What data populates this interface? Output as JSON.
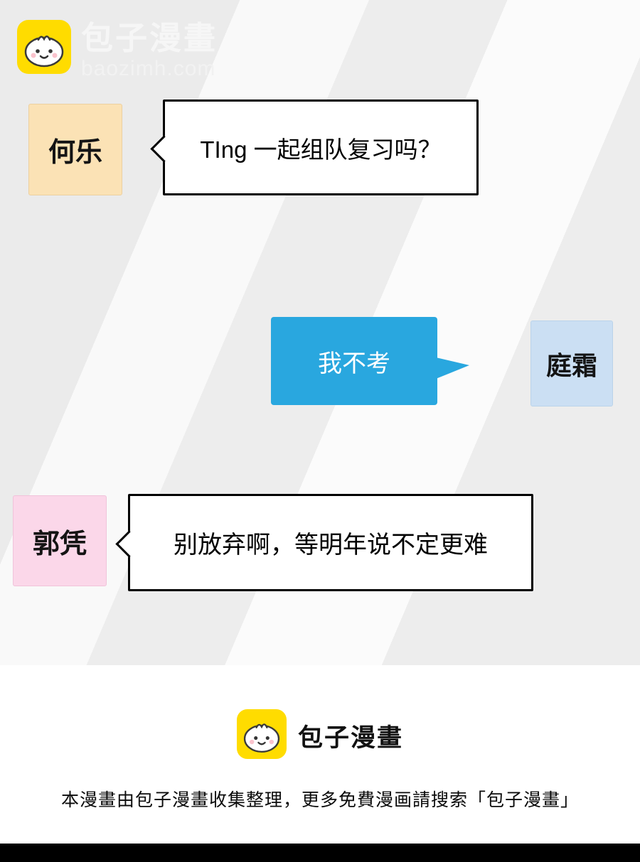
{
  "header": {
    "site_name": "包子漫畫",
    "site_domain": "baozimh.com"
  },
  "chat": {
    "messages": [
      {
        "speaker": "何乐",
        "text": "TIng 一起组队复习吗？",
        "side": "left"
      },
      {
        "speaker": "庭霜",
        "text": "我不考",
        "side": "right"
      },
      {
        "speaker": "郭凭",
        "text": "别放弃啊，等明年说不定更难",
        "side": "left"
      }
    ]
  },
  "footer": {
    "brand": "包子漫畫",
    "notice": "本漫畫由包子漫畫收集整理，更多免費漫画請搜索「包子漫畫」"
  },
  "colors": {
    "accent_yellow": "#ffdc00",
    "bubble_blue": "#29a7df",
    "name_peach": "#fbe2b5",
    "name_blue": "#cbdff3",
    "name_pink": "#fbd7e9",
    "panel_gray": "#ededed",
    "bottom_bar_black": "#000000"
  }
}
